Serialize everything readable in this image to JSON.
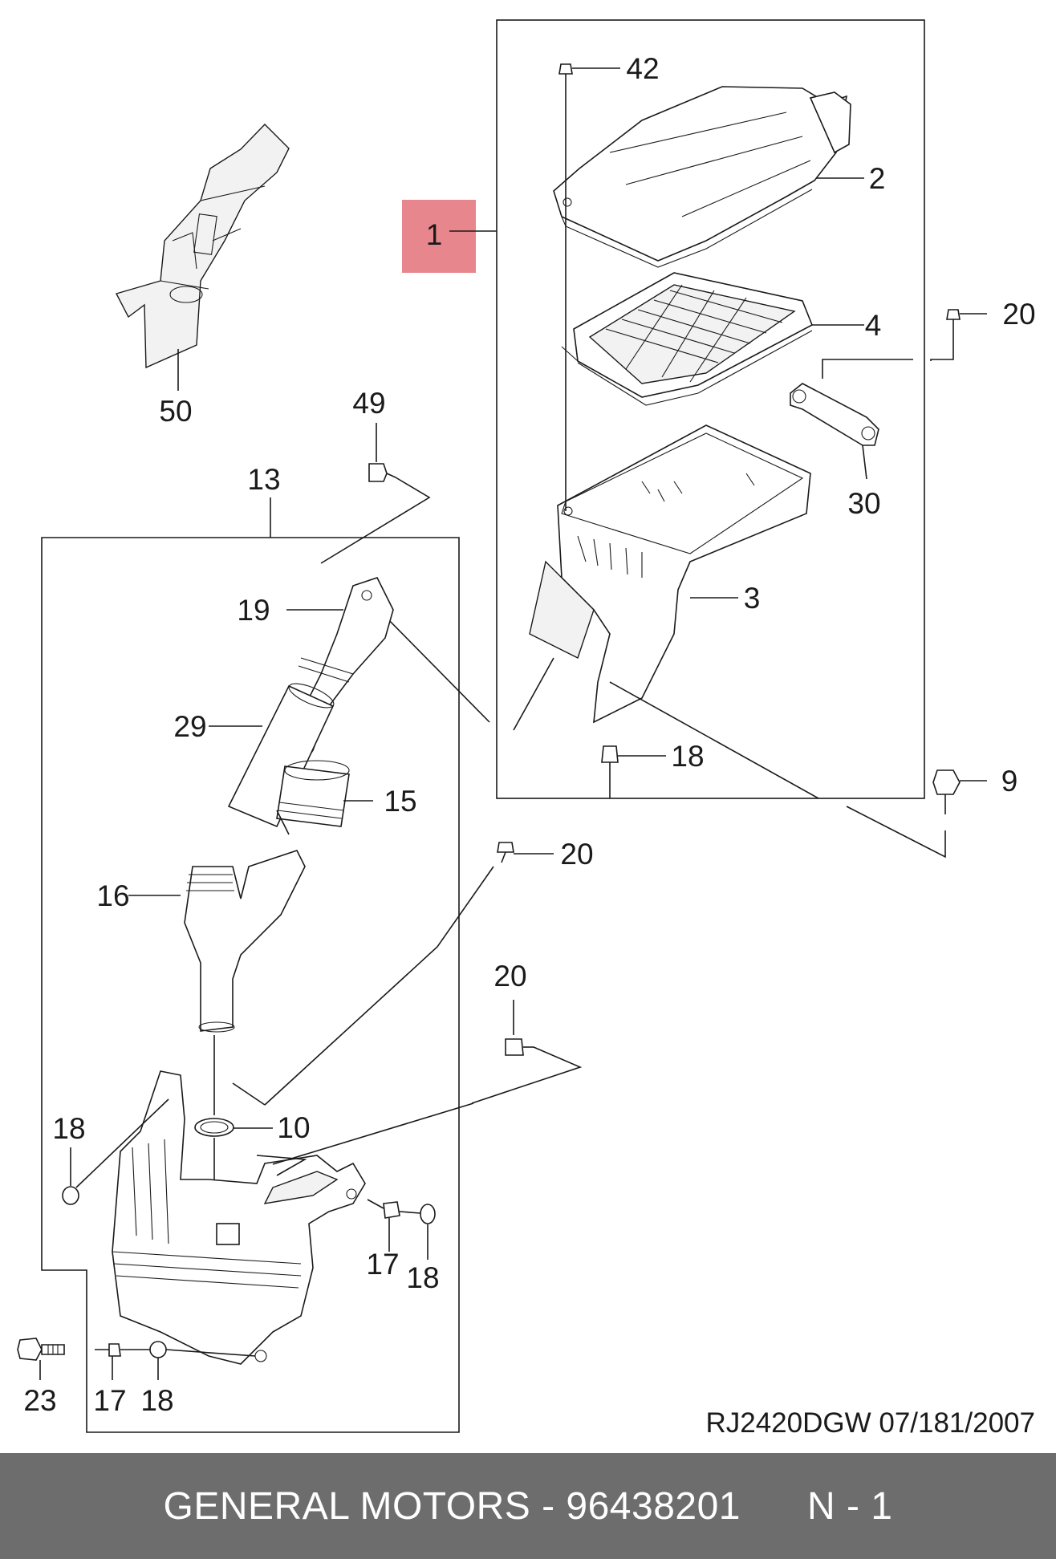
{
  "diagram": {
    "callouts": {
      "c1": "1",
      "c2": "2",
      "c3": "3",
      "c4": "4",
      "c9": "9",
      "c10": "10",
      "c13": "13",
      "c15": "15",
      "c16": "16",
      "c17a": "17",
      "c17b": "17",
      "c18a": "18",
      "c18b": "18",
      "c18c": "18",
      "c18d": "18",
      "c19": "19",
      "c20a": "20",
      "c20b": "20",
      "c20c": "20",
      "c23": "23",
      "c29": "29",
      "c30": "30",
      "c42": "42",
      "c49": "49",
      "c50": "50"
    },
    "highlight_color": "#e8868d",
    "reference": "RJ2420DGW  07/181/2007"
  },
  "footer": {
    "text": "GENERAL MOTORS - 96438201      N - 1"
  }
}
